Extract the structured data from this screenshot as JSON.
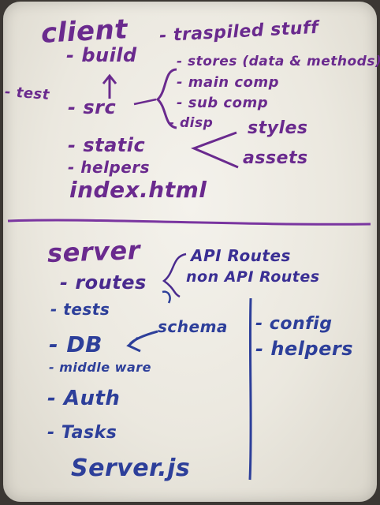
{
  "client": {
    "title": "client",
    "build": "- build",
    "transpiled": "- traspiled stuff",
    "src": "- src",
    "test": "- test",
    "src_items": [
      "- stores (data & methods)",
      "- main comp",
      "- sub comp",
      "- disp"
    ],
    "static": "- static",
    "static_items": [
      "styles",
      "assets"
    ],
    "helpers": "- helpers",
    "index": "index.html"
  },
  "server": {
    "title": "server",
    "routes": "- routes",
    "api_routes": "API Routes",
    "non_api_routes": "non API Routes",
    "tests": "- tests",
    "db": "- DB",
    "schema": "schema",
    "middleware": "- middle ware",
    "auth": "- Auth",
    "tasks": "- Tasks",
    "serverjs": "Server.js",
    "right_items": [
      "- config",
      "- helpers"
    ]
  },
  "colors": {
    "purple_marker": "#6a2a8e",
    "blue_marker": "#2d3f9a",
    "board": "#efede6"
  }
}
